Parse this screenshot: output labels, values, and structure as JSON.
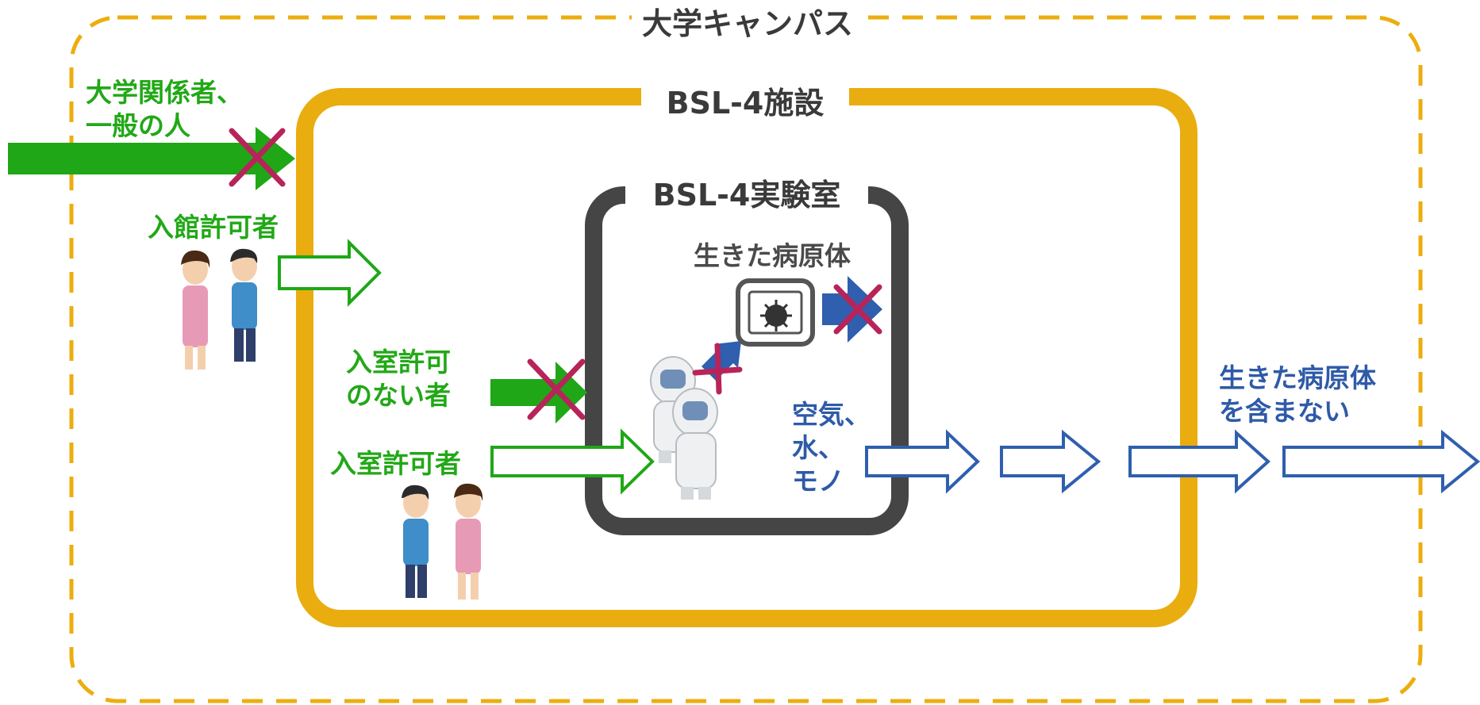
{
  "titles": {
    "campus": "大学キャンパス",
    "facility": "BSL-4施設",
    "lab": "BSL-4実験室"
  },
  "labels": {
    "outsiders": [
      "大学関係者、",
      "一般の人"
    ],
    "building_permitted": "入館許可者",
    "no_room_permission": [
      "入室許可",
      "のない者"
    ],
    "room_permitted": "入室許可者",
    "live_pathogen": "生きた病原体",
    "air_water_things": [
      "空気、",
      "水、",
      "モノ"
    ],
    "pathogen_free": [
      "生きた病原体",
      "を含まない"
    ]
  },
  "colors": {
    "campus_border": "#ecae0e",
    "facility_border": "#e9ad10",
    "lab_border": "#454545",
    "access_green": "#1fa717",
    "outflow_blue": "#2f5fae",
    "denied_cross": "#b8245a"
  }
}
